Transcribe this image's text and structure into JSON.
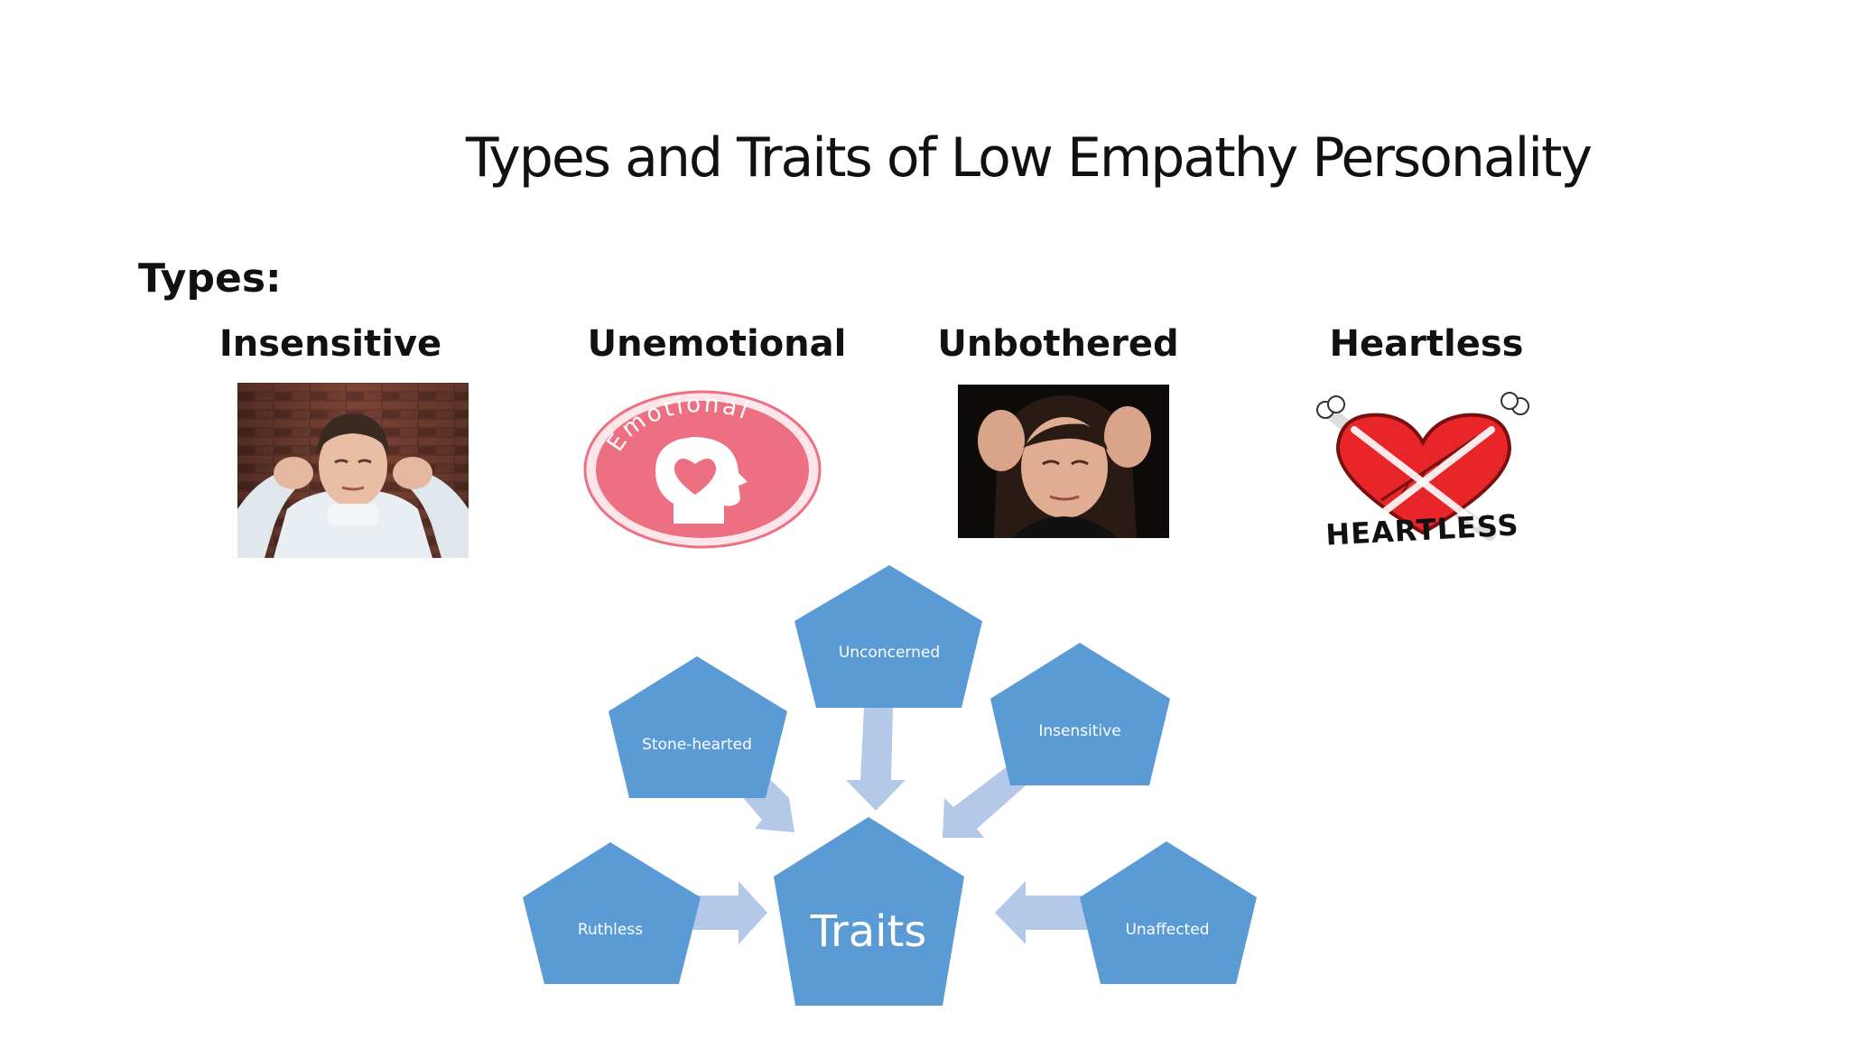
{
  "slide": {
    "title": "Types and Traits of Low Empathy Personality"
  },
  "types": {
    "heading": "Types:",
    "items": [
      {
        "label": "Insensitive",
        "image": "person-covering-ears-photo"
      },
      {
        "label": "Unemotional",
        "image": "emotional-head-heart-badge"
      },
      {
        "label": "Unbothered",
        "image": "woman-covering-ears-photo"
      },
      {
        "label": "Heartless",
        "image": "crossed-bones-heart-logo"
      }
    ],
    "badge_text": "Emotional",
    "logo_text": "HEARTLESS"
  },
  "traits": {
    "center": "Traits",
    "items": [
      "Unconcerned",
      "Stone-hearted",
      "Insensitive",
      "Ruthless",
      "Unaffected"
    ]
  },
  "colors": {
    "pentagon": "#5b9bd5",
    "arrow": "#b4c9e7",
    "badge": "#ec6f82",
    "heart": "#e8262a"
  }
}
